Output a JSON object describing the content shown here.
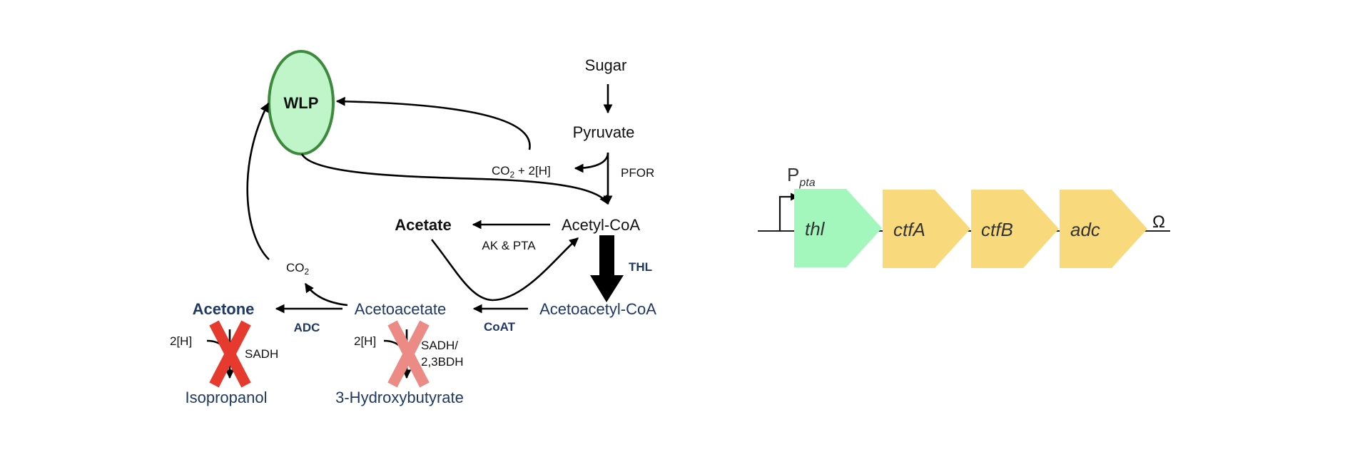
{
  "pathway": {
    "wlp": "WLP",
    "sugar": "Sugar",
    "pyruvate": "Pyruvate",
    "co2_2h_main": "CO",
    "co2_2h_sub": "2",
    "co2_2h_tail": " + 2[H]",
    "pfor": "PFOR",
    "acetate": "Acetate",
    "acetyl_coa": "Acetyl-CoA",
    "ak_pta": "AK & PTA",
    "thl": "THL",
    "co2_main": "CO",
    "co2_sub": "2",
    "acetone": "Acetone",
    "acetoacetate": "Acetoacetate",
    "acetoacetyl_coa": "Acetoacetyl-CoA",
    "adc": "ADC",
    "coat": "CoAT",
    "h2_left": "2[H]",
    "sadh": "SADH",
    "h2_right": "2[H]",
    "sadh_23bdh_line1": "SADH/",
    "sadh_23bdh_line2": "2,3BDH",
    "isopropanol": "Isopropanol",
    "hydroxybutyrate": "3-Hydroxybutyrate"
  },
  "operon": {
    "promoter_main": "P",
    "promoter_sub": "pta",
    "genes": [
      "thl",
      "ctfA",
      "ctfB",
      "adc"
    ],
    "terminator": "Ω"
  },
  "colors": {
    "wlp_fill": "#bff5c8",
    "wlp_stroke": "#3c8a3c",
    "thl_gene": "#a3f7bd",
    "other_genes": "#f8da7d",
    "cross_red": "#e63a2e",
    "cross_pink": "#ec8a85",
    "blue_text": "#1f3864"
  }
}
